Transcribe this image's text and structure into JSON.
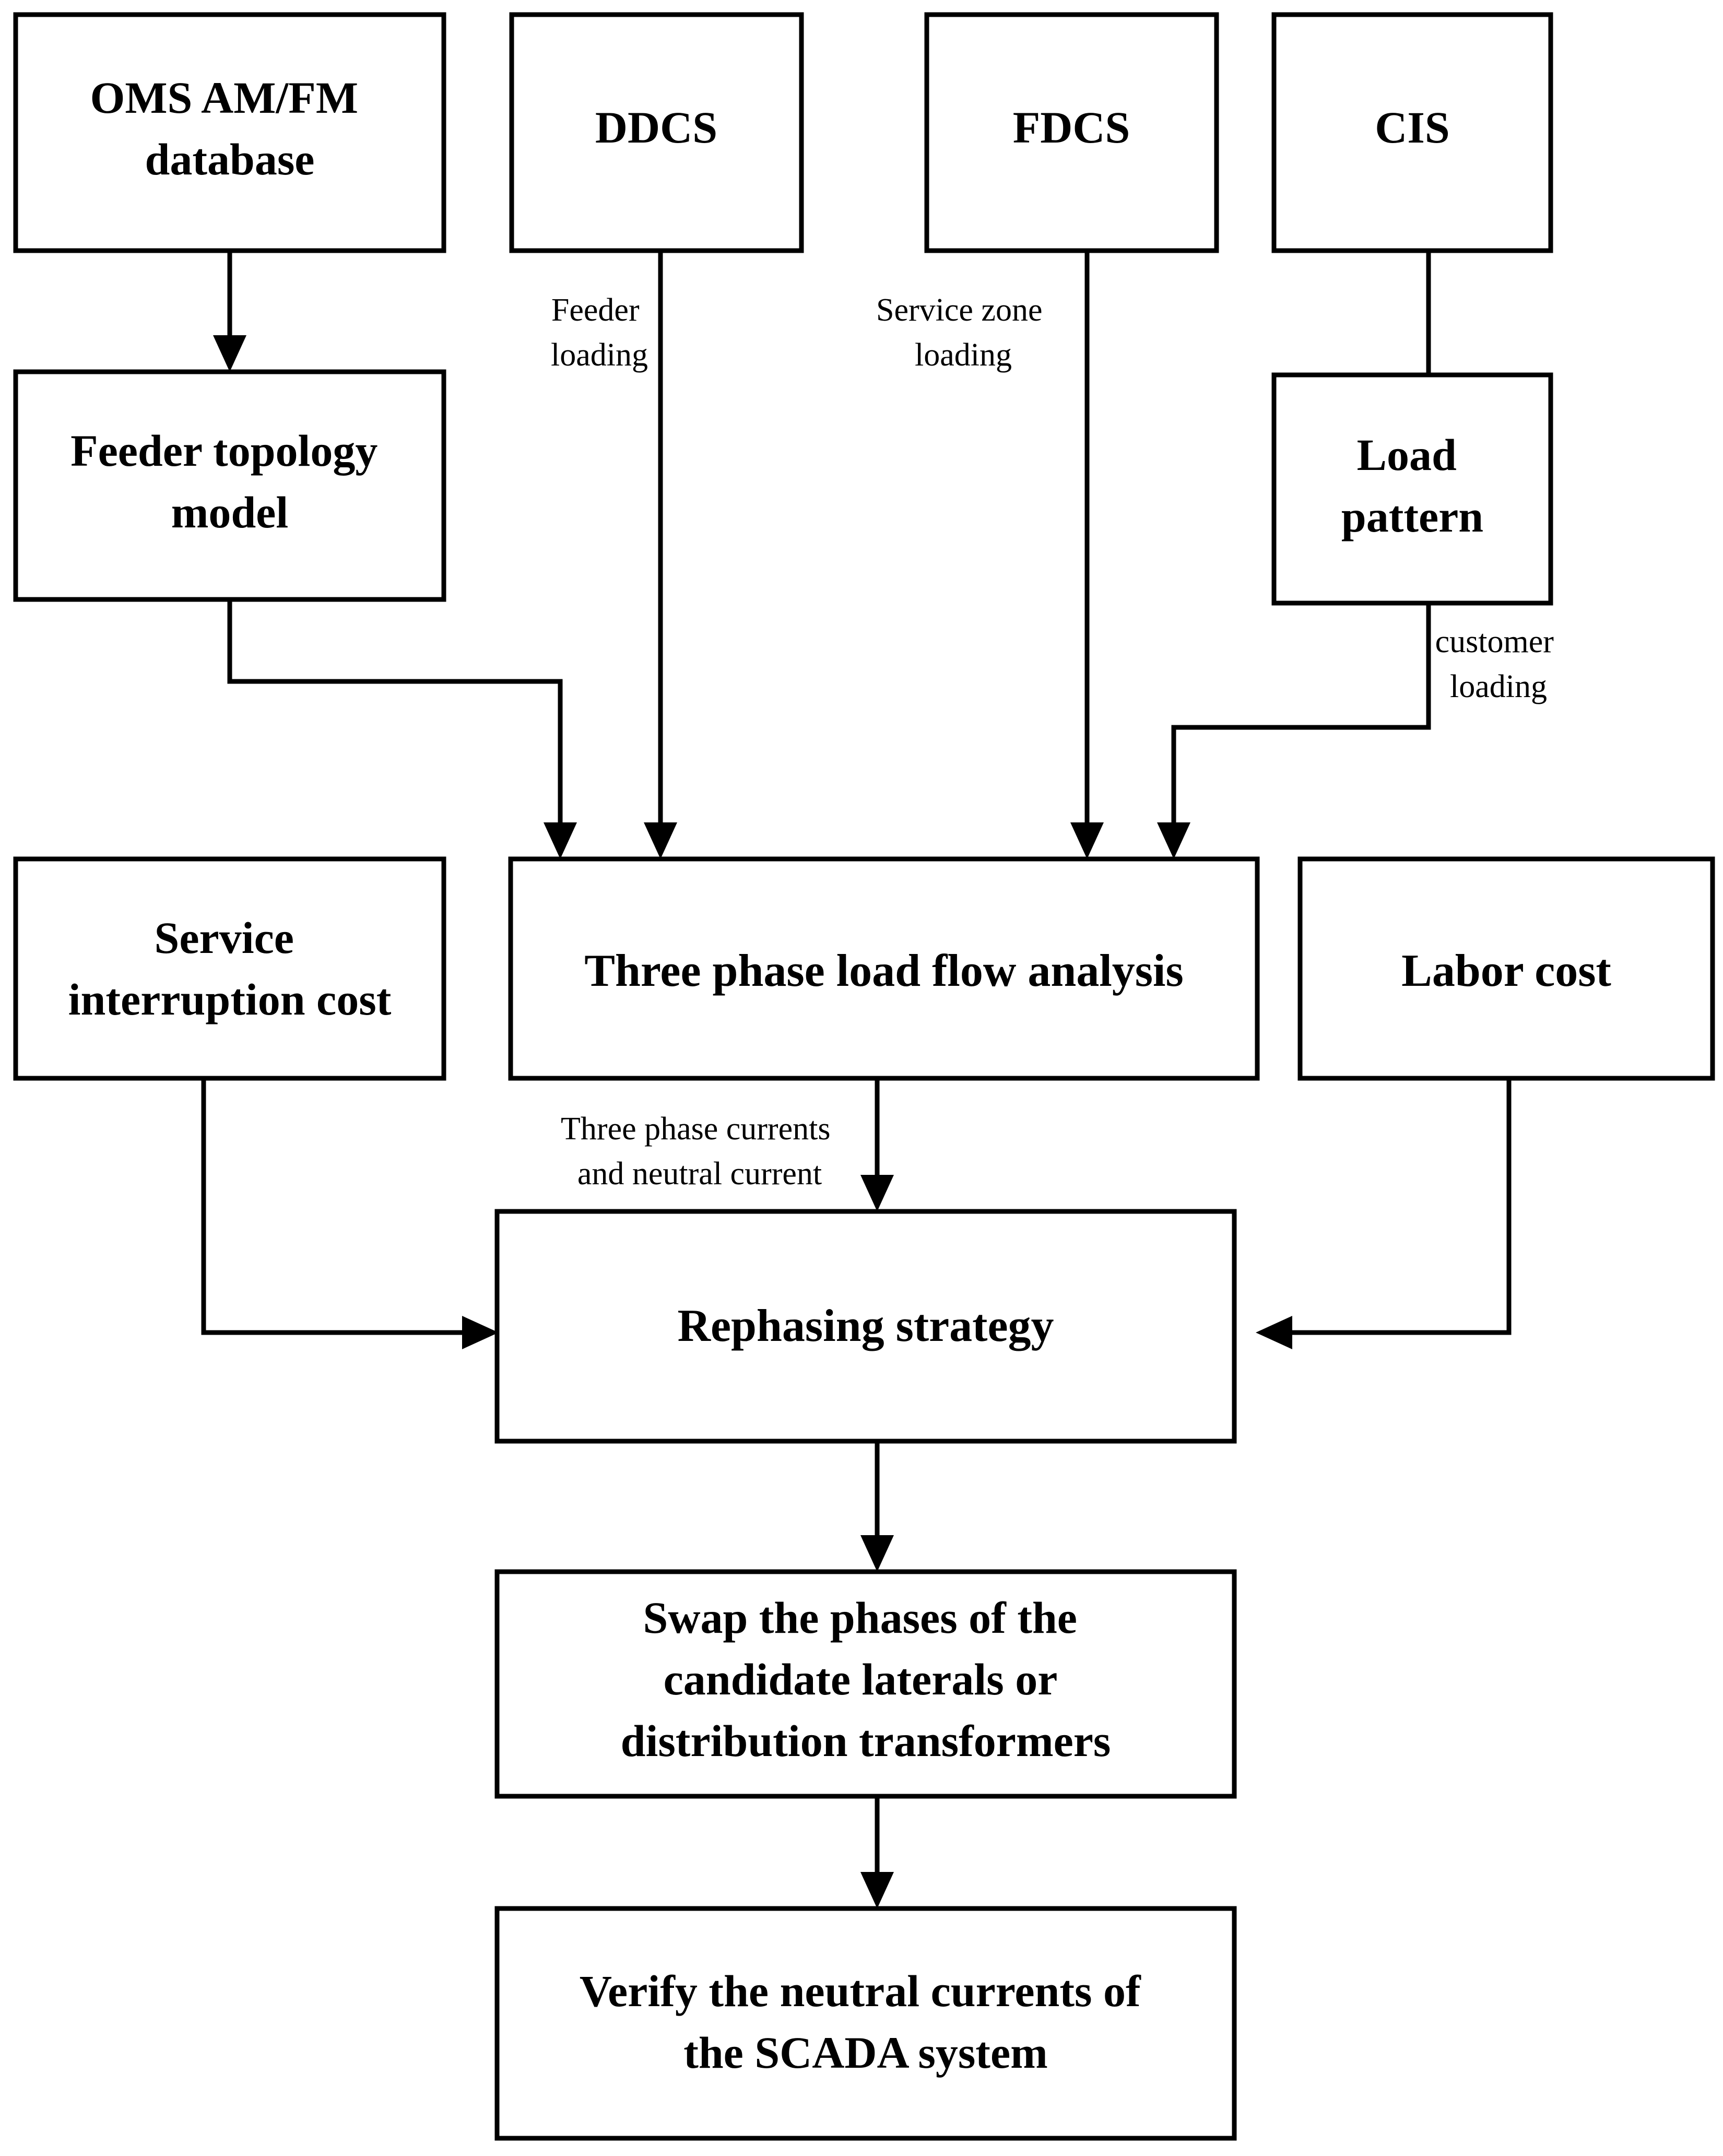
{
  "diagram": {
    "type": "flowchart",
    "orientation": "top-to-bottom",
    "background_color": "#ffffff",
    "line_color": "#000000",
    "box_fill_color": "#ffffff",
    "nodes": [
      {
        "id": "oms",
        "label_line1": "OMS AM/FM",
        "label_line2": "database",
        "label_line3": ""
      },
      {
        "id": "ddcs",
        "label_line1": "DDCS",
        "label_line2": "",
        "label_line3": ""
      },
      {
        "id": "fdcs",
        "label_line1": "FDCS",
        "label_line2": "",
        "label_line3": ""
      },
      {
        "id": "cis",
        "label_line1": "CIS",
        "label_line2": "",
        "label_line3": ""
      },
      {
        "id": "feeder",
        "label_line1": "Feeder topology",
        "label_line2": "model",
        "label_line3": ""
      },
      {
        "id": "loadpat",
        "label_line1": "Load",
        "label_line2": "pattern",
        "label_line3": ""
      },
      {
        "id": "sic",
        "label_line1": "Service",
        "label_line2": "interruption cost",
        "label_line3": ""
      },
      {
        "id": "tplfa",
        "label_line1": "Three phase load flow analysis",
        "label_line2": "",
        "label_line3": ""
      },
      {
        "id": "labor",
        "label_line1": "Labor cost",
        "label_line2": "",
        "label_line3": ""
      },
      {
        "id": "rephase",
        "label_line1": "Rephasing strategy",
        "label_line2": "",
        "label_line3": ""
      },
      {
        "id": "swap",
        "label_line1": "Swap the phases of the",
        "label_line2": "candidate laterals or",
        "label_line3": "distribution transformers"
      },
      {
        "id": "verify",
        "label_line1": "Verify the neutral currents of",
        "label_line2": "the SCADA system",
        "label_line3": ""
      }
    ],
    "edges": [
      {
        "id": "e-oms-feeder",
        "from": "oms",
        "to": "feeder",
        "label_line1": "",
        "label_line2": ""
      },
      {
        "id": "e-ddcs-tplfa",
        "from": "ddcs",
        "to": "tplfa",
        "label_line1": "Feeder",
        "label_line2": "loading"
      },
      {
        "id": "e-fdcs-tplfa",
        "from": "fdcs",
        "to": "tplfa",
        "label_line1": "Service zone",
        "label_line2": "loading"
      },
      {
        "id": "e-cis-loadpat",
        "from": "cis",
        "to": "loadpat",
        "label_line1": "",
        "label_line2": ""
      },
      {
        "id": "e-feeder-tplfa",
        "from": "feeder",
        "to": "tplfa",
        "label_line1": "",
        "label_line2": ""
      },
      {
        "id": "e-loadpat-tplfa",
        "from": "loadpat",
        "to": "tplfa",
        "label_line1": "customer",
        "label_line2": "loading"
      },
      {
        "id": "e-tplfa-rephase",
        "from": "tplfa",
        "to": "rephase",
        "label_line1": "Three phase currents",
        "label_line2": "and neutral current"
      },
      {
        "id": "e-sic-rephase",
        "from": "sic",
        "to": "rephase",
        "label_line1": "",
        "label_line2": ""
      },
      {
        "id": "e-labor-rephase",
        "from": "labor",
        "to": "rephase",
        "label_line1": "",
        "label_line2": ""
      },
      {
        "id": "e-rephase-swap",
        "from": "rephase",
        "to": "swap",
        "label_line1": "",
        "label_line2": ""
      },
      {
        "id": "e-swap-verify",
        "from": "swap",
        "to": "verify",
        "label_line1": "",
        "label_line2": ""
      }
    ]
  }
}
